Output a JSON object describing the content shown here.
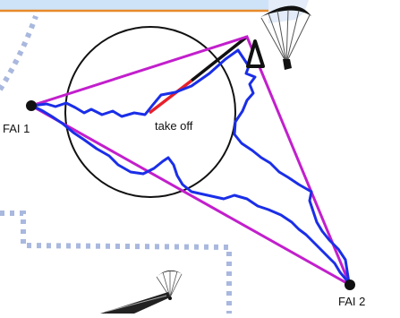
{
  "labels": {
    "fai1": "FAI 1",
    "fai2": "FAI 2",
    "takeoff": "take off"
  },
  "colors": {
    "triangle": "#c21fcc",
    "track": "#1a2ee8",
    "circle": "#111111",
    "start_line_red": "#e8202a",
    "start_line_black": "#111111",
    "banner_fill": "#cfe3f8",
    "banner_border": "#e88a2a",
    "dotted": "#a9b8de",
    "page_bg": "#ffffff"
  },
  "icons": {
    "glider_large": "paraglider-icon",
    "glider_small": "paraglider-icon",
    "turnpoint_marker": "triangle-marker-icon"
  }
}
